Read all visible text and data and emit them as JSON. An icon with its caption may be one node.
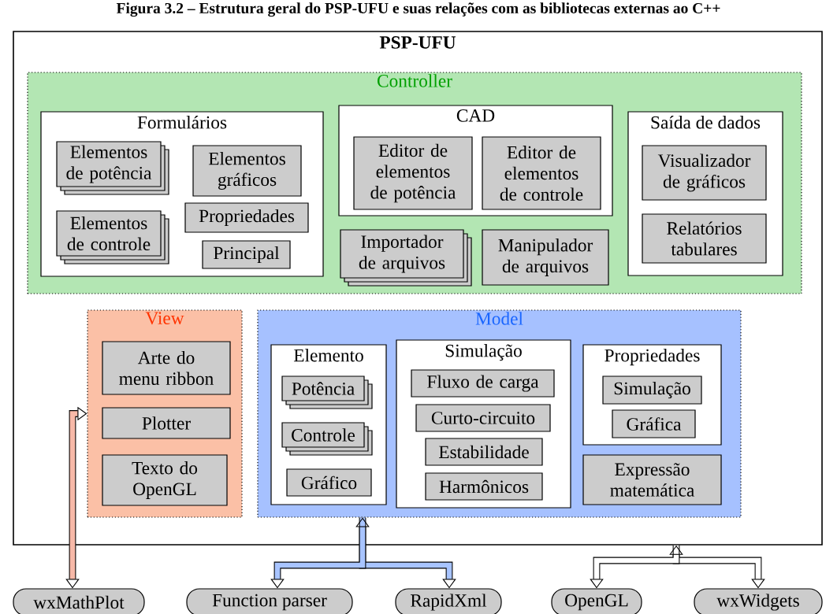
{
  "diagram": {
    "title": "Figura 3.2 – Estrutura geral do PSP-UFU e suas relações com as bibliotecas externas ao C++",
    "nodes": [
      {
        "text": [
          "PSP-UFU"
        ]
      },
      {
        "text": [
          "Controller"
        ],
        "in": 0
      },
      {
        "text": [
          "Formulários"
        ],
        "in": 1
      },
      {
        "text": [
          "Elementos de potência"
        ],
        "in": 2
      },
      {
        "text": [
          "Elementos de controle"
        ],
        "in": 2
      },
      {
        "text": [
          "Elementos gráficos"
        ],
        "in": 2
      },
      {
        "text": [
          "Propriedades"
        ],
        "in": 2
      },
      {
        "text": [
          "Principal"
        ],
        "in": 2
      },
      {
        "text": [
          "CAD"
        ],
        "in": 1
      },
      {
        "text": [
          "Editor de elementos de potência"
        ],
        "in": 8
      },
      {
        "text": [
          "Editor de elementos de controle"
        ],
        "in": 8
      },
      {
        "text": [
          "Importador de arquivos"
        ],
        "in": 1
      },
      {
        "text": [
          "Manipulador de arquivos"
        ],
        "in": 1
      },
      {
        "text": [
          "Saída de dados"
        ],
        "in": 1
      },
      {
        "text": [
          "Visualizador de gráficos"
        ],
        "in": 13
      },
      {
        "text": [
          "Relatórios tabulares"
        ],
        "in": 13
      },
      {
        "text": [
          "View"
        ],
        "in": 0
      },
      {
        "text": [
          "Arte do menu ribbon"
        ],
        "in": 16
      },
      {
        "text": [
          "Plotter"
        ],
        "in": 16
      },
      {
        "text": [
          "Texto do OpenGL"
        ],
        "in": 16
      },
      {
        "text": [
          "Model"
        ],
        "in": 0
      },
      {
        "text": [
          "Elemento"
        ],
        "in": 20
      },
      {
        "text": [
          "Potência"
        ],
        "in": 21
      },
      {
        "text": [
          "Controle"
        ],
        "in": 21
      },
      {
        "text": [
          "Gráfico"
        ],
        "in": 21
      },
      {
        "text": [
          "Simulação"
        ],
        "in": 20
      },
      {
        "text": [
          "Fluxo de carga"
        ],
        "in": 25
      },
      {
        "text": [
          "Curto-circuito"
        ],
        "in": 25
      },
      {
        "text": [
          "Estabilidade"
        ],
        "in": 25
      },
      {
        "text": [
          "Harmônicos"
        ],
        "in": 25
      },
      {
        "text": [
          "Propriedades"
        ],
        "in": 20
      },
      {
        "text": [
          "Simulação"
        ],
        "in": 30
      },
      {
        "text": [
          "Gráfica"
        ],
        "in": 30
      },
      {
        "text": [
          "Expressão matemática"
        ],
        "in": 20
      },
      {
        "text": [
          "wxMathPlot"
        ]
      },
      {
        "text": [
          "Function parser"
        ]
      },
      {
        "text": [
          "RapidXml"
        ]
      },
      {
        "text": [
          "OpenGL"
        ]
      },
      {
        "text": [
          "wxWidgets"
        ]
      }
    ],
    "edges": [
      {
        "from": 16,
        "to": 34,
        "arrow": "both"
      },
      {
        "from": 20,
        "to": 35,
        "arrow": "both"
      },
      {
        "from": 20,
        "to": 36,
        "arrow": "to"
      },
      {
        "from": 0,
        "to": 37,
        "arrow": "both"
      },
      {
        "from": 0,
        "to": 38,
        "arrow": "to"
      }
    ]
  }
}
